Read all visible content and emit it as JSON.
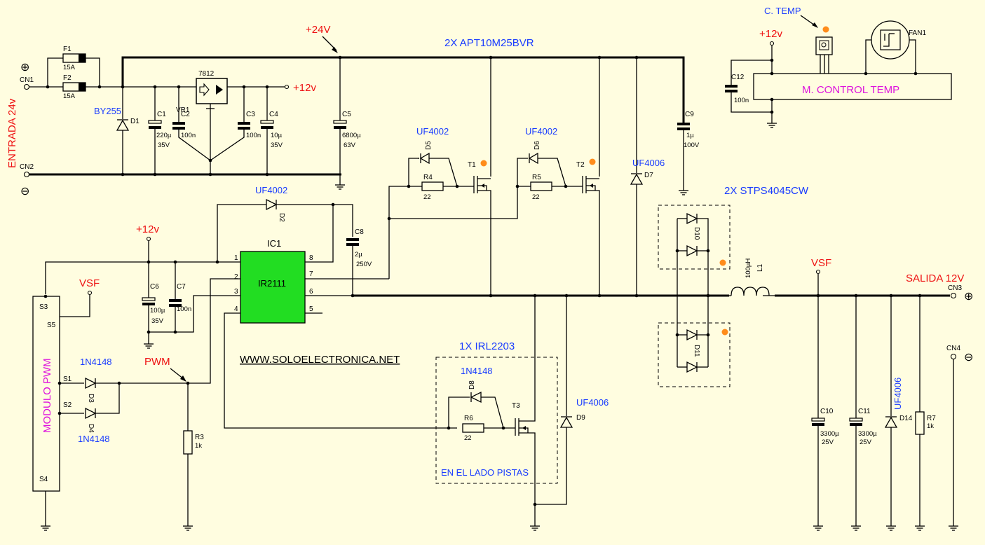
{
  "labels": {
    "input_label": "ENTRADA 24v",
    "plus_24v": "+24V",
    "plus_12v_reg": "+12v",
    "plus_12v_ic": "+12v",
    "plus_12v_fan": "+12v",
    "apt_label": "2X APT10M25BVR",
    "stps_label": "2X STPS4045CW",
    "irl_label": "1X IRL2203",
    "vsf_left": "VSF",
    "vsf_right": "VSF",
    "output_label": "SALIDA 12V",
    "pwm_label": "PWM",
    "website": "WWW.SOLOELECTRONICA.NET",
    "tracks_side": "EN EL LADO PISTAS",
    "modulo_pwm": "MODULO PWM",
    "control_temp": "M. CONTROL TEMP",
    "c_temp": "C. TEMP",
    "ic_name": "IC1",
    "ic_part": "IR2111"
  },
  "connectors": {
    "cn1": "CN1",
    "cn2": "CN2",
    "cn3": "CN3",
    "cn4": "CN4",
    "plus_sign": "⊕",
    "minus_sign": "⊖"
  },
  "components": {
    "f1": {
      "ref": "F1",
      "value": "15A"
    },
    "f2": {
      "ref": "F2",
      "value": "15A"
    },
    "d1": {
      "ref": "D1",
      "part": "BY255"
    },
    "c1": {
      "ref": "C1",
      "value": "220µ",
      "volt": "35V"
    },
    "c2": {
      "ref": "C2",
      "value": "100n"
    },
    "vr1": {
      "ref": "VR1",
      "part": "7812"
    },
    "c3": {
      "ref": "C3",
      "value": "100n"
    },
    "c4": {
      "ref": "C4",
      "value": "10µ",
      "volt": "35V"
    },
    "c5": {
      "ref": "C5",
      "value": "6800µ",
      "volt": "63V"
    },
    "d5": {
      "ref": "D5",
      "part": "UF4002"
    },
    "d6": {
      "ref": "D6",
      "part": "UF4002"
    },
    "r4": {
      "ref": "R4",
      "value": "22"
    },
    "r5": {
      "ref": "R5",
      "value": "22"
    },
    "t1": {
      "ref": "T1"
    },
    "t2": {
      "ref": "T2"
    },
    "d7": {
      "ref": "D7",
      "part": "UF4006"
    },
    "c9": {
      "ref": "C9",
      "value": "1µ",
      "volt": "100V"
    },
    "d2": {
      "ref": "D2",
      "part": "UF4002"
    },
    "c8": {
      "ref": "C8",
      "value": "2µ",
      "volt": "250V"
    },
    "c6": {
      "ref": "C6",
      "value": "100µ",
      "volt": "35V"
    },
    "c7": {
      "ref": "C7",
      "value": "100n"
    },
    "d3": {
      "ref": "D3",
      "part": "1N4148"
    },
    "d4": {
      "ref": "D4",
      "part": "1N4148"
    },
    "r3": {
      "ref": "R3",
      "value": "1k"
    },
    "d8": {
      "ref": "D8",
      "part": "1N4148"
    },
    "r6": {
      "ref": "R6",
      "value": "22"
    },
    "t3": {
      "ref": "T3"
    },
    "d9": {
      "ref": "D9",
      "part": "UF4006"
    },
    "d10": {
      "ref": "D10"
    },
    "d11": {
      "ref": "D11"
    },
    "l1": {
      "ref": "L1",
      "value": "100µH"
    },
    "c10": {
      "ref": "C10",
      "value": "3300µ",
      "volt": "25V"
    },
    "c11": {
      "ref": "C11",
      "value": "3300µ",
      "volt": "25V"
    },
    "d14": {
      "ref": "D14",
      "part": "UF4006"
    },
    "r7": {
      "ref": "R7",
      "value": "1k"
    },
    "c12": {
      "ref": "C12",
      "value": "100n"
    },
    "fan1": {
      "ref": "FAN1"
    }
  },
  "ic_pins": [
    "1",
    "2",
    "3",
    "4",
    "8",
    "7",
    "6",
    "5"
  ],
  "pwm_module_pins": [
    "S3",
    "S5",
    "S1",
    "S2",
    "S4"
  ],
  "colors": {
    "background": "#fffde0",
    "ic_body": "#22dd22",
    "red_labels": "#ee1111",
    "blue_labels": "#1a3cff",
    "magenta_labels": "#dd11dd",
    "marker_dots": "#ff8c1a"
  }
}
